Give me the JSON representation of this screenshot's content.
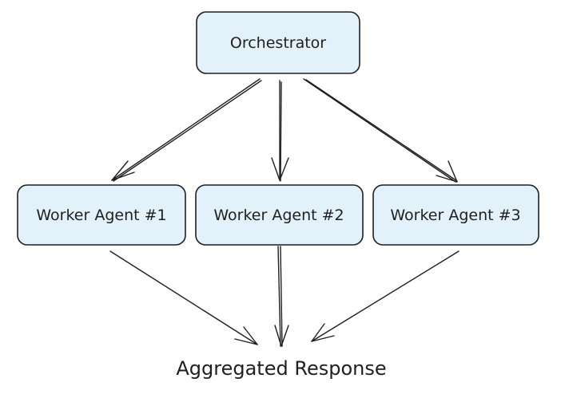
{
  "nodes": {
    "orchestrator": "Orchestrator",
    "worker_1": "Worker Agent #1",
    "worker_2": "Worker Agent #2",
    "worker_3": "Worker Agent #3"
  },
  "result": "Aggregated Response",
  "colors": {
    "node_fill": "#e3f1fb",
    "stroke": "#1f1f1f",
    "background": "#ffffff"
  }
}
